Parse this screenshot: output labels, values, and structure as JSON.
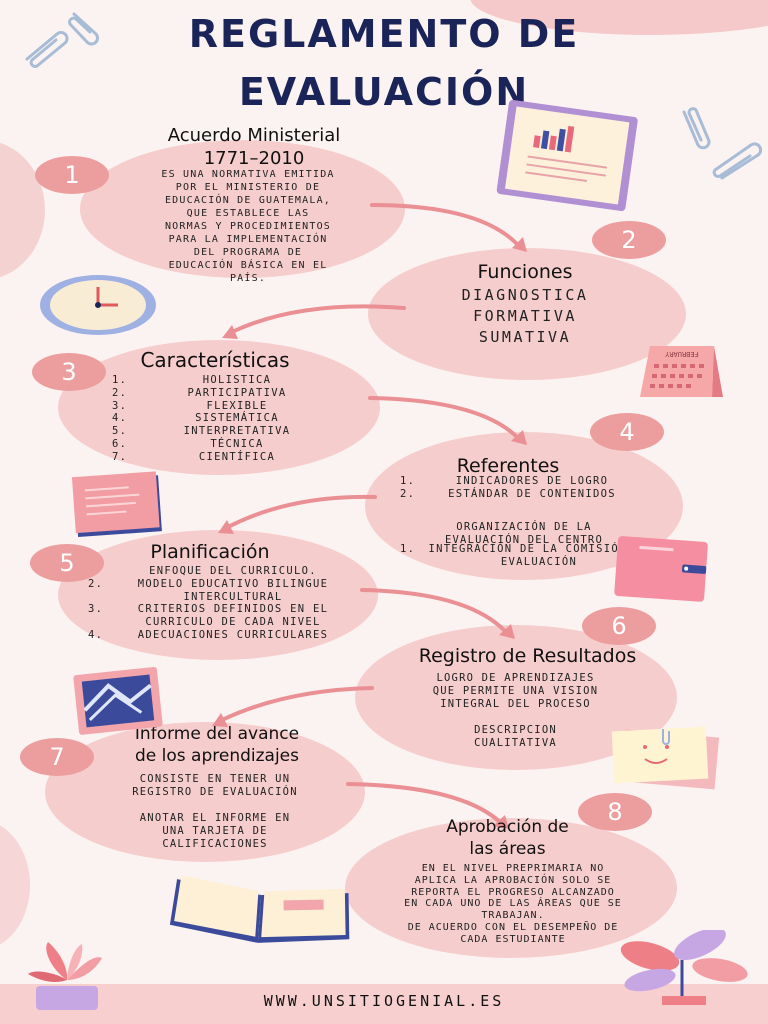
{
  "header": {
    "title_line1": "REGLAMENTO DE",
    "title_line2": "EVALUACIÓN"
  },
  "sections": {
    "s1": {
      "num": "1",
      "title_line1": "Acuerdo Ministerial",
      "title_line2": "1771–2010",
      "body": [
        "ES UNA NORMATIVA EMITIDA",
        "POR EL MINISTERIO DE",
        "EDUCACIÓN DE GUATEMALA,",
        "QUE ESTABLECE LAS",
        "NORMAS Y PROCEDIMIENTOS",
        "PARA LA IMPLEMENTACIÓN",
        "DEL PROGRAMA DE",
        "EDUCACIÓN BÁSICA EN EL",
        "PAÍS."
      ]
    },
    "s2": {
      "num": "2",
      "title": "Funciones",
      "lines": [
        "DIAGNOSTICA",
        "FORMATIVA",
        "SUMATIVA"
      ]
    },
    "s3": {
      "num": "3",
      "title": "Características",
      "items": [
        {
          "n": "1.",
          "t": "HOLISTICA"
        },
        {
          "n": "2.",
          "t": "PARTICIPATIVA"
        },
        {
          "n": "3.",
          "t": "FLEXIBLE"
        },
        {
          "n": "4.",
          "t": "SISTEMÁTICA"
        },
        {
          "n": "5.",
          "t": "INTERPRETATIVA"
        },
        {
          "n": "6.",
          "t": "TÉCNICA"
        },
        {
          "n": "7.",
          "t": "CIENTÍFICA"
        }
      ]
    },
    "s4": {
      "num": "4",
      "title": "Referentes",
      "items": [
        {
          "n": "1.",
          "t": "INDICADORES DE LOGRO"
        },
        {
          "n": "2.",
          "t": "ESTÁNDAR DE CONTENIDOS"
        }
      ],
      "middle": [
        "ORGANIZACIÓN DE LA",
        "EVALUACIÓN DEL CENTRO"
      ],
      "items2": [
        {
          "n": "1.",
          "t": "INTEGRACIÓN DE LA COMISIÓN DE EVALUACIÓN"
        }
      ]
    },
    "s5": {
      "num": "5",
      "title": "Planificación",
      "items": [
        {
          "n": "",
          "t": "ENFOQUE DEL CURRICULO."
        },
        {
          "n": "2.",
          "t": "MODELO EDUCATIVO BILINGUE INTERCULTURAL"
        },
        {
          "n": "3.",
          "t": "CRITERIOS DEFINIDOS EN EL CURRICULO DE CADA NIVEL"
        },
        {
          "n": "4.",
          "t": "ADECUACIONES CURRICULARES"
        }
      ]
    },
    "s6": {
      "num": "6",
      "title": "Registro de Resultados",
      "body": [
        "LOGRO DE APRENDIZAJES",
        "QUE PERMITE UNA VISION",
        "INTEGRAL DEL PROCESO",
        "",
        "DESCRIPCION",
        "CUALITATIVA"
      ]
    },
    "s7": {
      "num": "7",
      "title_line1": "Informe del avance",
      "title_line2": "de los aprendizajes",
      "body": [
        "CONSISTE EN TENER UN",
        "REGISTRO DE EVALUACIÓN",
        "",
        "ANOTAR EL INFORME EN",
        "UNA TARJETA DE",
        "CALIFICACIONES"
      ]
    },
    "s8": {
      "num": "8",
      "title_line1": "Aprobación de",
      "title_line2": "las áreas",
      "body": [
        "EN EL NIVEL PREPRIMARIA NO",
        "APLICA LA APROBACIÓN SOLO SE",
        "REPORTA EL PROGRESO ALCANZADO",
        "EN CADA UNO DE LAS ÁREAS QUE SE",
        "TRABAJAN.",
        "DE ACUERDO CON EL DESEMPEÑO DE",
        "CADA ESTUDIANTE"
      ]
    }
  },
  "calendar_label": "FEBRUARY",
  "footer": {
    "url": "WWW.UNSITIOGENIAL.ES"
  },
  "colors": {
    "title": "#1b2458",
    "blob": "#f6cdcd",
    "badge": "#ec9d9e",
    "background": "#fbf3f1"
  },
  "icons": [
    "paperclip-icon",
    "clipboard-chart-icon",
    "clock-icon",
    "calendar-icon",
    "notebook-icon",
    "planner-icon",
    "picture-frame-icon",
    "sticky-note-icon",
    "open-book-icon",
    "potted-plant-icon"
  ]
}
